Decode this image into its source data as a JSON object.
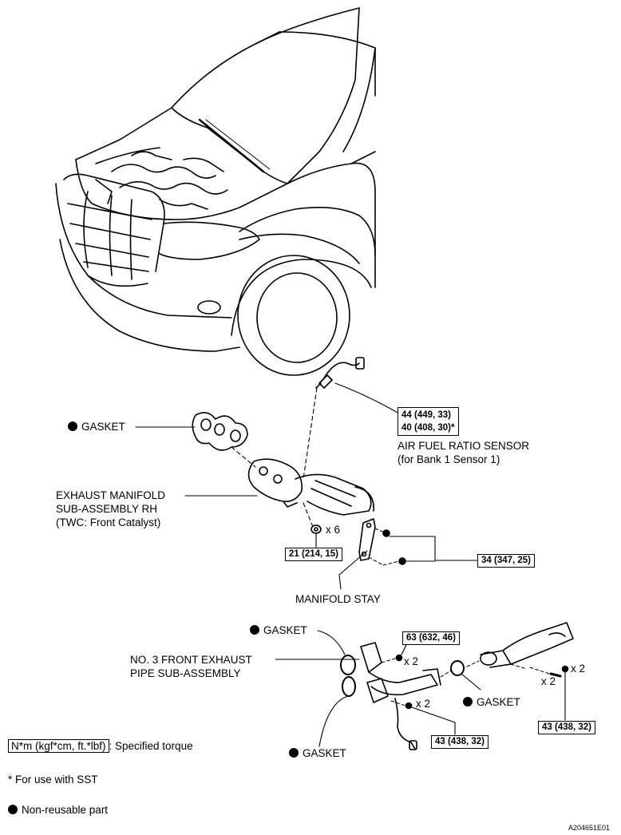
{
  "labels": {
    "gasket": "GASKET",
    "exhaust_manifold": [
      "EXHAUST MANIFOLD",
      "SUB-ASSEMBLY RH",
      "(TWC: Front Catalyst)"
    ],
    "af_sensor": [
      "AIR FUEL RATIO SENSOR",
      "(for Bank 1 Sensor 1)"
    ],
    "manifold_stay": "MANIFOLD STAY",
    "front_pipe": [
      "NO. 3 FRONT EXHAUST",
      "PIPE SUB-ASSEMBLY"
    ]
  },
  "torques": {
    "af_sensor_a": "44 (449, 33)",
    "af_sensor_b": "40 (408, 30)*",
    "manifold_nut": "21 (214, 15)",
    "stay_bolt": "34 (347, 25)",
    "pipe_nut": "63 (632, 46)",
    "pipe_bolt_left": "43 (438, 32)",
    "pipe_bolt_right": "43 (438, 32)"
  },
  "quantities": {
    "x6": "x 6",
    "x2": "x 2"
  },
  "legend": {
    "torque_unit": "N*m (kgf*cm, ft.*lbf)",
    "torque_text": ": Specified torque",
    "sst_note": "* For use with SST",
    "non_reusable": "Non-reusable part"
  },
  "figure_id": "A204651E01"
}
